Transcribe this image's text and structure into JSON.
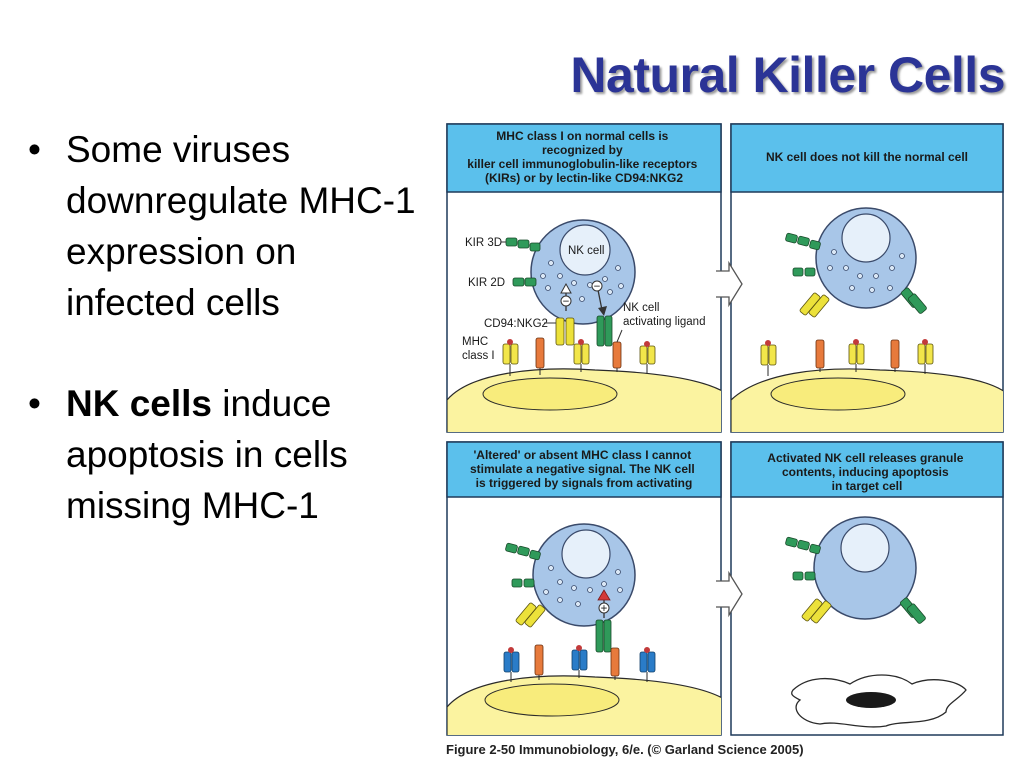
{
  "slide": {
    "title": "Natural Killer Cells",
    "bullets": [
      {
        "text": "Some viruses downregulate MHC-1 expression on infected cells"
      },
      {
        "bold": "NK cells",
        "text": " induce apoptosis in cells missing MHC-1"
      }
    ]
  },
  "figure": {
    "panels": [
      {
        "lines": [
          "MHC class I on normal cells is",
          "recognized by",
          "killer cell immunoglobulin-like receptors",
          "(KIRs) or by lectin-like CD94:NKG2"
        ]
      },
      {
        "lines": [
          "NK cell does not kill the normal cell"
        ]
      },
      {
        "lines": [
          "'Altered' or absent MHC class I cannot",
          "stimulate a negative signal. The NK cell",
          "is triggered by  signals from activating"
        ]
      },
      {
        "lines": [
          "Activated NK cell releases granule",
          "contents, inducing apoptosis",
          "in target cell"
        ]
      }
    ],
    "labels": {
      "kir3d": "KIR 3D",
      "kir2d": "KIR 2D",
      "nk_cell": "NK cell",
      "cd94": "CD94:NKG2",
      "mhc_line1": "MHC",
      "mhc_line2": "class I",
      "activating_line1": "NK cell",
      "activating_line2": "activating ligand",
      "minus": "−",
      "plus": "+"
    },
    "caption": "Figure 2-50  Immunobiology, 6/e. (© Garland Science 2005)"
  },
  "colors": {
    "title": "#2b3496",
    "panel_header": "#5bc0ec",
    "panel_border": "#1f3a5a",
    "nk_cell": "#a8c6e8",
    "nk_nucleus": "#e6f0fa",
    "target_cell": "#fbf3a0",
    "kir_green": "#2f9a5a",
    "cd94_yellow": "#ece13a",
    "mhc_yellow": "#f2e64a",
    "ligand_orange": "#e77a3c",
    "altered_blue": "#2a7cc8"
  }
}
